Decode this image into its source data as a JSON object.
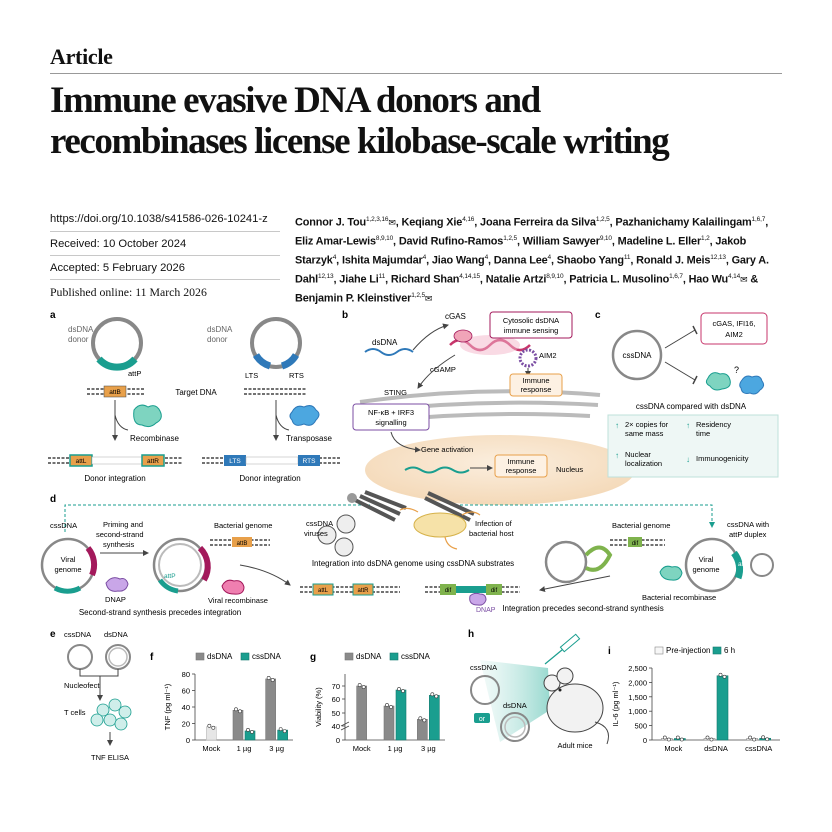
{
  "header": {
    "section": "Article",
    "title_line1": "Immune evasive DNA donors and",
    "title_line2": "recombinases license kilobase-scale writing"
  },
  "meta": {
    "doi": "https://doi.org/10.1038/s41586-026-10241-z",
    "received": "Received: 10 October 2024",
    "accepted": "Accepted: 5 February 2026",
    "published": "Published online: 11 March 2026"
  },
  "authors": [
    {
      "name": "Connor J. Tou",
      "aff": "1,2,3,16",
      "mail": true
    },
    {
      "name": "Keqiang Xie",
      "aff": "4,16"
    },
    {
      "name": "Joana Ferreira da Silva",
      "aff": "1,2,5"
    },
    {
      "name": "Pazhanichamy Kalailingam",
      "aff": "1,6,7"
    },
    {
      "name": "Eliz Amar-Lewis",
      "aff": "8,9,10"
    },
    {
      "name": "David Rufino-Ramos",
      "aff": "1,2,5"
    },
    {
      "name": "William Sawyer",
      "aff": "9,10"
    },
    {
      "name": "Madeline L. Eller",
      "aff": "1,2"
    },
    {
      "name": "Jakob Starzyk",
      "aff": "4"
    },
    {
      "name": "Ishita Majumdar",
      "aff": "4"
    },
    {
      "name": "Jiao Wang",
      "aff": "4"
    },
    {
      "name": "Danna Lee",
      "aff": "4"
    },
    {
      "name": "Shaobo Yang",
      "aff": "11"
    },
    {
      "name": "Ronald J. Meis",
      "aff": "12,13"
    },
    {
      "name": "Gary A. Dahl",
      "aff": "12,13"
    },
    {
      "name": "Jiahe Li",
      "aff": "11"
    },
    {
      "name": "Richard Shan",
      "aff": "4,14,15"
    },
    {
      "name": "Natalie Artzi",
      "aff": "8,9,10"
    },
    {
      "name": "Patricia L. Musolino",
      "aff": "1,6,7"
    },
    {
      "name": "Hao Wu",
      "aff": "4,14",
      "mail": true
    },
    {
      "name": "Benjamin P. Kleinstiver",
      "aff": "1,2,5",
      "mail": true,
      "amp": true
    }
  ],
  "panels": {
    "a": {
      "letter": "a",
      "donor1": "dsDNA",
      "donor2": "donor",
      "attP": "attP",
      "donor3": "dsDNA",
      "donor4": "donor",
      "lts": "LTS",
      "rts": "RTS",
      "target": "Target DNA",
      "attB": "attB",
      "recombinase": "Recombinase",
      "transposase": "Transposase",
      "attL": "attL",
      "attR": "attR",
      "lts2": "LTS",
      "rts2": "RTS",
      "integration1": "Donor integration",
      "integration2": "Donor integration"
    },
    "b": {
      "letter": "b",
      "dsDNA": "dsDNA",
      "cGAS": "cGAS",
      "sensing1": "Cytosolic dsDNA",
      "sensing2": "immune sensing",
      "aim2": "AIM2",
      "cgamp": "cGAMP",
      "immune1a": "Immune",
      "immune1b": "response",
      "sting": "STING",
      "nfkb1": "NF-κB + IRF3",
      "nfkb2": "signalling",
      "gene": "Gene activation",
      "immune2a": "Immune",
      "immune2b": "response",
      "nucleus": "Nucleus"
    },
    "c": {
      "letter": "c",
      "cssDNA": "cssDNA",
      "sensors1": "cGAS, IFI16,",
      "sensors2": "AIM2",
      "q": "?",
      "compare": "cssDNA compared with dsDNA",
      "p1a": "2× copies for",
      "p1b": "same mass",
      "p2a": "Residency",
      "p2b": "time",
      "p3a": "Nuclear",
      "p3b": "localization",
      "p4": "Immunogenicity"
    },
    "d": {
      "letter": "d",
      "cssDNA": "cssDNA",
      "priming1": "Priming and",
      "priming2": "second-strand",
      "priming3": "synthesis",
      "bacterial1": "Bacterial genome",
      "attB": "attB",
      "viral1a": "Viral",
      "viral1b": "genome",
      "dnap": "DNAP",
      "attP": "attP",
      "viralRec": "Viral recombinase",
      "viruses1": "cssDNA",
      "viruses2": "viruses",
      "infection1": "Infection of",
      "infection2": "bacterial host",
      "integration": "Integration into dsDNA genome using cssDNA substrates",
      "left_caption": "Second-strand synthesis precedes integration",
      "right_caption": "Integration precedes second-strand synthesis",
      "bacterial2": "Bacterial genome",
      "dif": "dif",
      "attpDuplex1": "cssDNA with",
      "attpDuplex2": "attP duplex",
      "viral2a": "Viral",
      "viral2b": "genome",
      "attP2": "attP",
      "bacterialRec": "Bacterial recombinase",
      "attL": "attL",
      "attR": "attR",
      "dif2": "dif",
      "dif3": "dif",
      "dnap2": "DNAP"
    },
    "e": {
      "letter": "e",
      "cssDNA": "cssDNA",
      "dsDNA": "dsDNA",
      "nucleofect": "Nucleofect",
      "tcells": "T cells",
      "elisa": "TNF ELISA"
    },
    "h": {
      "letter": "h",
      "cssDNA": "cssDNA",
      "dsDNA": "dsDNA",
      "or": "or",
      "mice": "Adult mice"
    }
  },
  "colors": {
    "teal": "#1a9e8f",
    "dark_gray": "#8a8a8a",
    "light_gray": "#e6e6e6",
    "magenta": "#a3195b",
    "orange": "#e8a04a",
    "blue": "#2f79b9",
    "green": "#7fb34d",
    "purple": "#7b4ea3"
  },
  "chart_data": [
    {
      "panel": "f",
      "type": "bar",
      "categories": [
        "Mock",
        "1 µg",
        "3 µg"
      ],
      "series": [
        {
          "name": "dsDNA",
          "values": [
            16,
            36,
            74
          ]
        },
        {
          "name": "cssDNA",
          "values": [
            null,
            11,
            12
          ]
        }
      ],
      "ylabel": "TNF (pg ml⁻¹)",
      "ylim": [
        0,
        80
      ],
      "yticks": [
        "0",
        "20",
        "40",
        "60",
        "80"
      ]
    },
    {
      "panel": "g",
      "type": "bar",
      "categories": [
        "Mock",
        "1 µg",
        "3 µg"
      ],
      "series": [
        {
          "name": "dsDNA",
          "values": [
            70,
            55,
            45
          ]
        },
        {
          "name": "cssDNA",
          "values": [
            null,
            67,
            63
          ]
        }
      ],
      "ylabel": "Viability (%)",
      "ylim": [
        0,
        70
      ],
      "yticks": [
        "0",
        "40",
        "50",
        "60",
        "70"
      ]
    },
    {
      "panel": "i",
      "type": "bar",
      "categories": [
        "Mock",
        "dsDNA",
        "cssDNA"
      ],
      "series": [
        {
          "name": "Pre-injection",
          "values": [
            10,
            10,
            10
          ]
        },
        {
          "name": "6 h",
          "values": [
            30,
            2230,
            60
          ]
        }
      ],
      "ylabel": "IL-6 (pg ml⁻¹)",
      "ylim": [
        0,
        2500
      ],
      "yticks": [
        "0",
        "500",
        "1,000",
        "1,500",
        "2,000",
        "2,500"
      ]
    }
  ]
}
